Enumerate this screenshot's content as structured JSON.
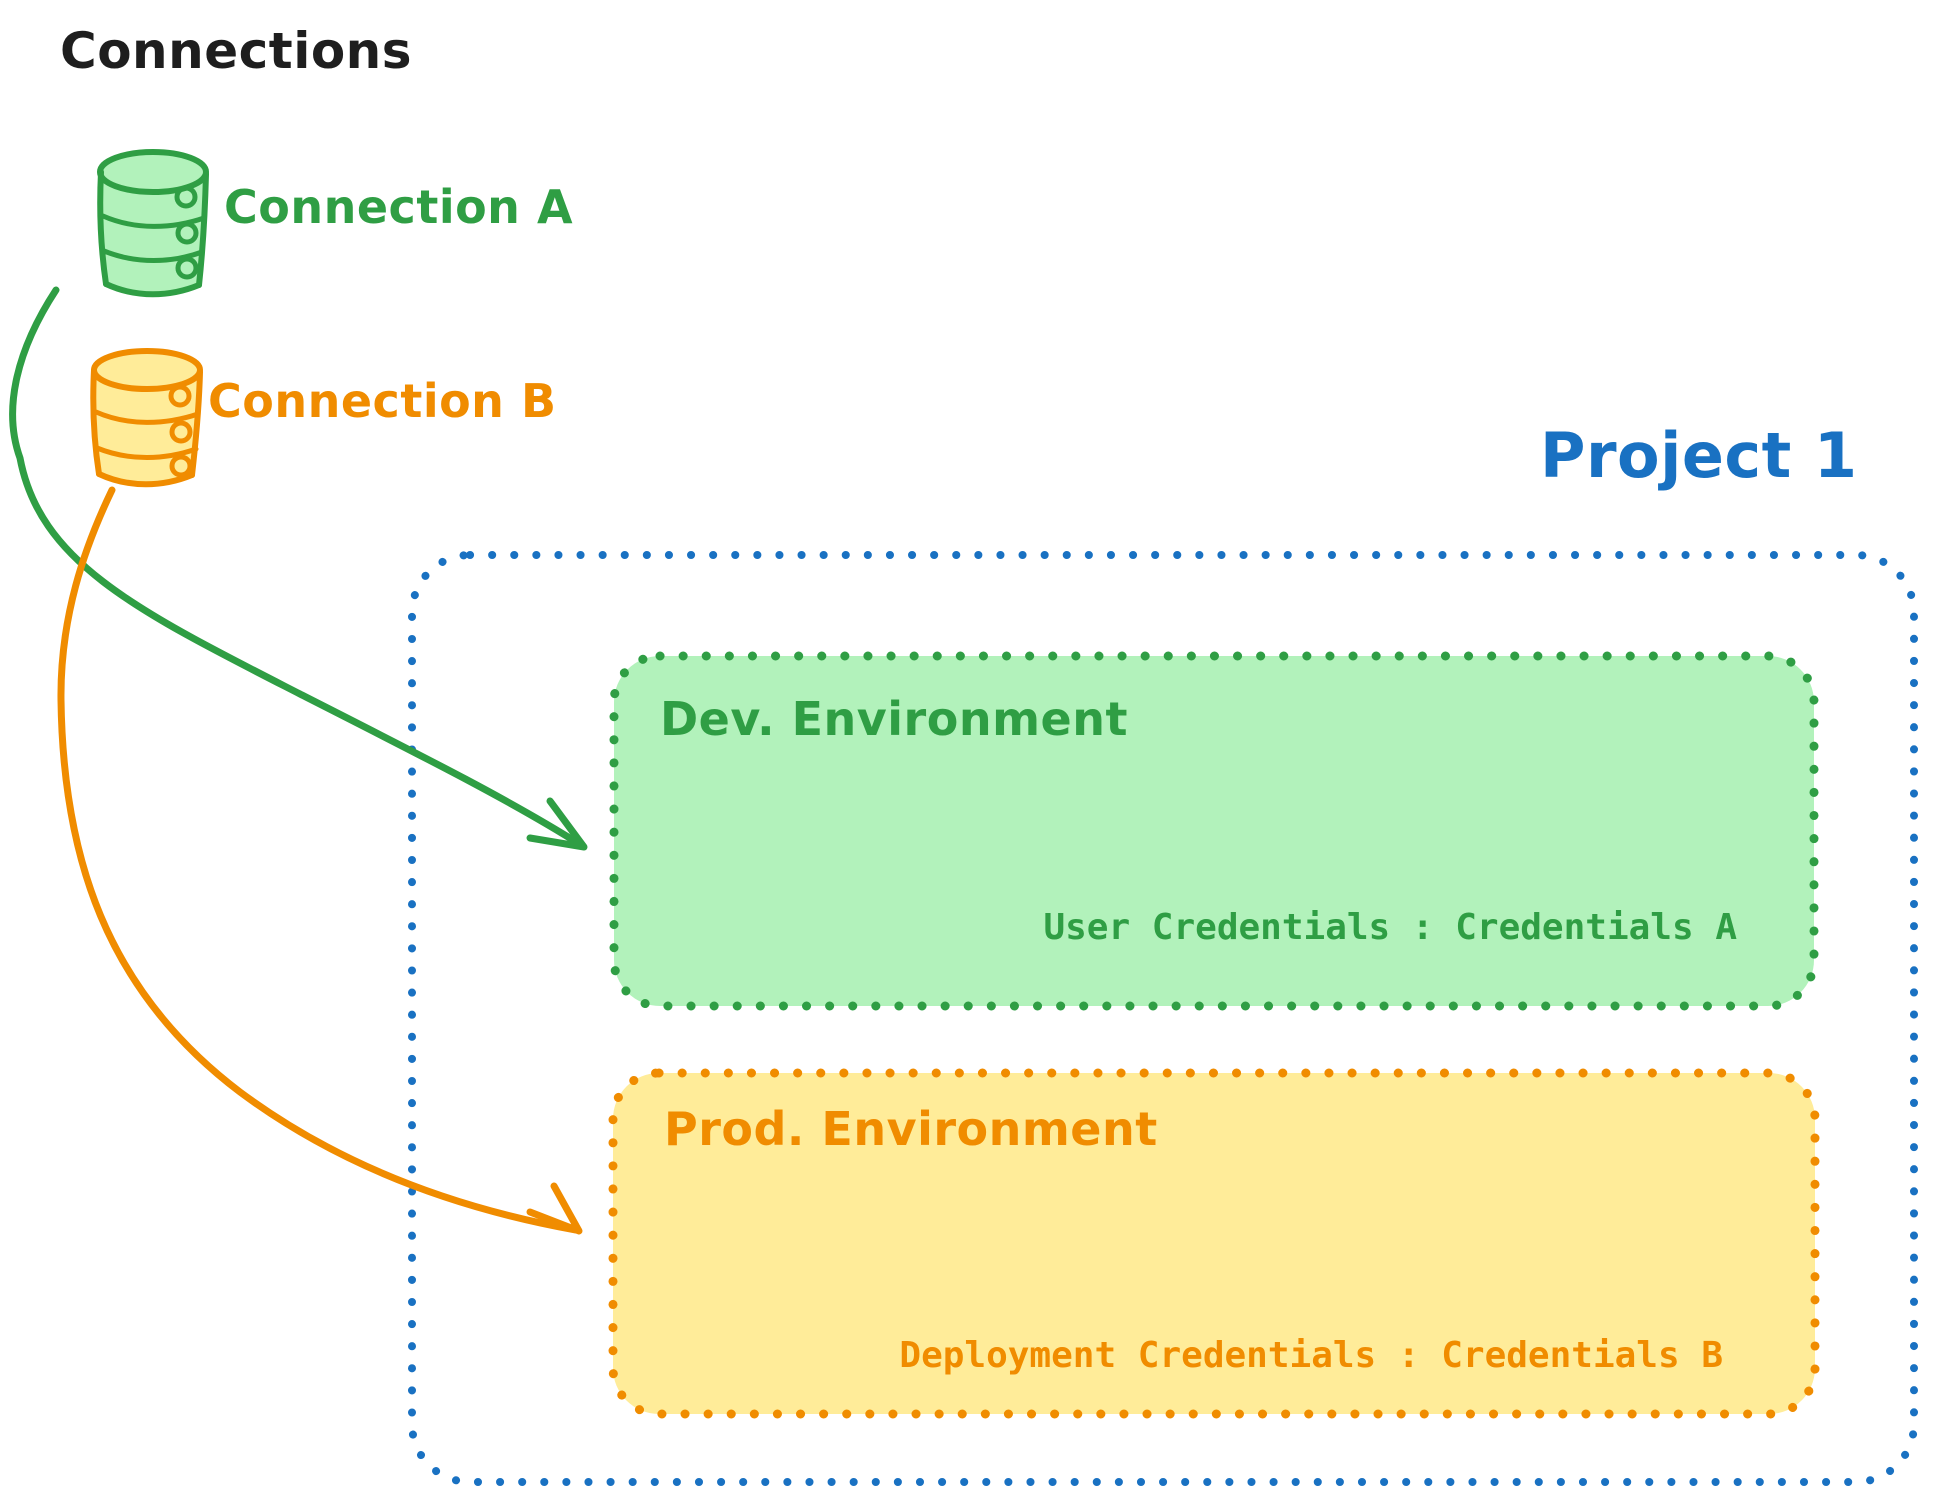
{
  "title": "Connections",
  "connections": [
    {
      "label": "Connection A",
      "color": "#2f9e44"
    },
    {
      "label": "Connection B",
      "color": "#f08c00"
    }
  ],
  "project": {
    "title": "Project 1",
    "environments": [
      {
        "name": "Dev. Environment",
        "credentials": "User Credentials : Credentials A",
        "stroke": "#2f9e44",
        "fill": "#b2f2bb"
      },
      {
        "name": "Prod. Environment",
        "credentials": "Deployment Credentials : Credentials B",
        "stroke": "#f08c00",
        "fill": "#ffec99"
      }
    ]
  },
  "colors": {
    "black": "#1e1e1e",
    "green": "#2f9e44",
    "green_fill": "#b2f2bb",
    "orange": "#f08c00",
    "orange_fill": "#ffec99",
    "blue": "#1971c2",
    "background": "#ffffff"
  }
}
